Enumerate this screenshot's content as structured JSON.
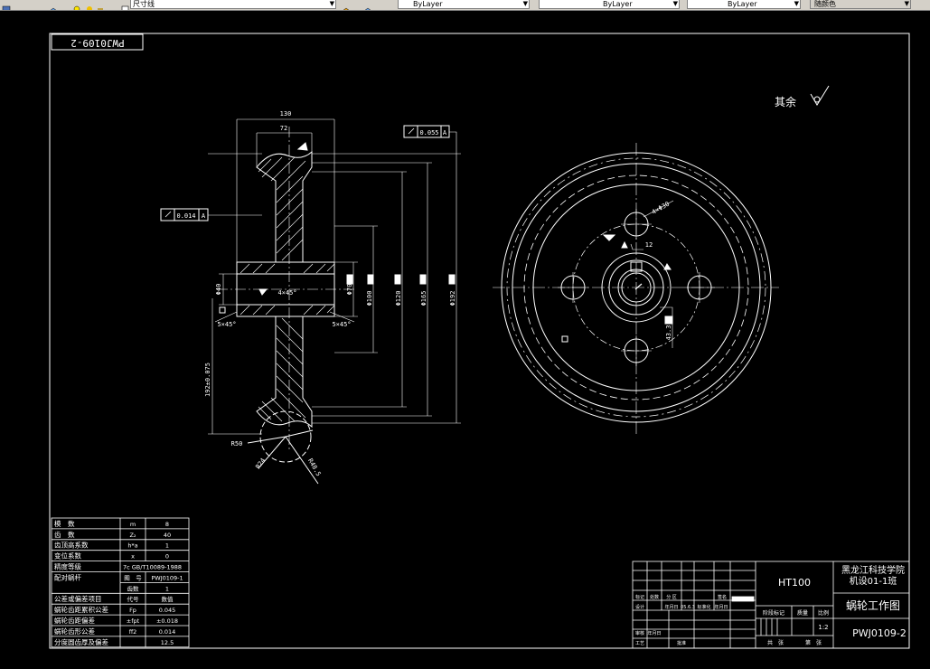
{
  "toolbar": {
    "dim_style": "尺寸线",
    "color": "ByLayer",
    "linetype": "ByLayer",
    "lineweight": "ByLayer",
    "plotstyle": "随颜色"
  },
  "drawing": {
    "code_rotated": "PWJ0109-2",
    "surface_note": "其余",
    "dims": {
      "d130": "130",
      "d72": "72",
      "tol1": "0.055",
      "tol2": "0.014",
      "datum": "A",
      "ch_left": "5×45°",
      "ch_right": "5×45°",
      "ch_mid": "4×45°",
      "d40": "Φ40",
      "d70": "Φ70",
      "d100": "Φ100",
      "d120": "Φ120",
      "d165": "Φ165",
      "d192": "Φ192",
      "d192tol": "192±0.075",
      "r50": "R50",
      "r24": "R24",
      "r48": "R48.5",
      "hole4": "4×Φ30",
      "d12": "12",
      "d433": "43.3"
    }
  },
  "param_table": [
    [
      "模　数",
      "m",
      "8"
    ],
    [
      "齿　数",
      "Z₂",
      "40"
    ],
    [
      "齿顶高系数",
      "h*a",
      "1"
    ],
    [
      "变位系数",
      "x",
      "0"
    ],
    [
      "精度等级",
      "7c GB/T10089-1988",
      ""
    ],
    [
      "配对蜗杆",
      "图　号",
      "PWJ0109-1"
    ],
    [
      "",
      "齿数",
      "1"
    ],
    [
      "公差或偏差项目",
      "代号",
      "数值"
    ],
    [
      "蜗轮齿距累积公差",
      "Fp",
      "0.045"
    ],
    [
      "蜗轮齿距偏差",
      "±fpt",
      "±0.018"
    ],
    [
      "蜗轮齿形公差",
      "ff2",
      "0.014"
    ],
    [
      "分度圆齿厚及偏差",
      "",
      "12.5"
    ]
  ],
  "title_block": {
    "material": "HT100",
    "school": "黑龙江科技学院",
    "class_name": "机设01-1班",
    "drawing_name": "蜗轮工作图",
    "drawing_code": "PWJ0109-2",
    "scale": "1:2",
    "stage_mark": "阶段标记",
    "weight": "质量",
    "scale_label": "比例",
    "sheets_total": "共　张",
    "sheet_no": "第　张",
    "mark": "标记",
    "count": "处数",
    "zone": "分 区",
    "change_doc": "更改文件号",
    "sign": "签名",
    "date_label": "年月日",
    "date": "05.6.3",
    "design": "设计",
    "standardize": "标准化",
    "review": "审核",
    "process": "工艺",
    "approve": "批准"
  }
}
